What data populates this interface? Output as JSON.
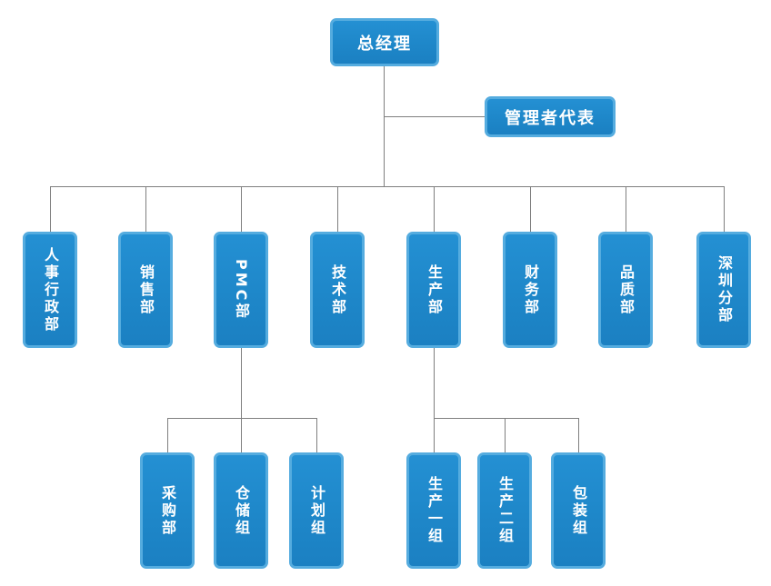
{
  "org": {
    "root": {
      "label": "总经理"
    },
    "management_rep": {
      "label": "管理者代表"
    },
    "departments": [
      {
        "label": "人事行政部"
      },
      {
        "label": "销售部"
      },
      {
        "label": "PMC部"
      },
      {
        "label": "技术部"
      },
      {
        "label": "生产部"
      },
      {
        "label": "财务部"
      },
      {
        "label": "品质部"
      },
      {
        "label": "深圳分部"
      }
    ],
    "pmc_children": [
      {
        "label": "采购部"
      },
      {
        "label": "仓储组"
      },
      {
        "label": "计划组"
      }
    ],
    "production_children": [
      {
        "label": "生产一组"
      },
      {
        "label": "生产二组"
      },
      {
        "label": "包装组"
      }
    ]
  },
  "colors": {
    "box_fill": "#1e87c9",
    "box_border": "#55acdf",
    "box_text": "#ffffff",
    "connector_line": "#7f7f7f",
    "background": "#ffffff"
  }
}
